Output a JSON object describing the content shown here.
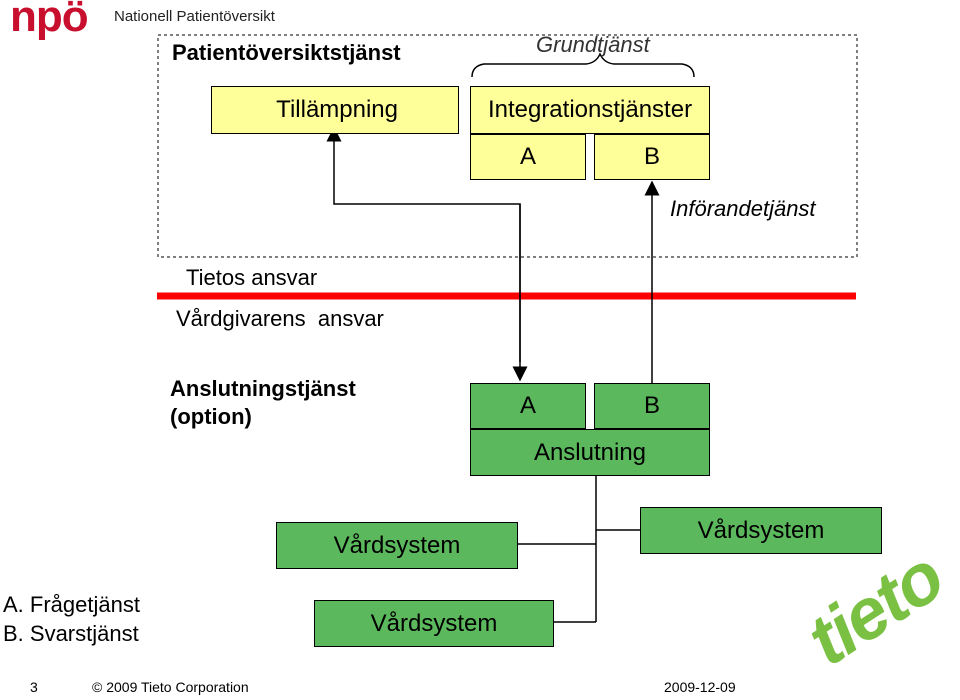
{
  "header": {
    "logo_text": "npö",
    "subtitle": "Nationell Patientöversikt"
  },
  "diagram": {
    "service_title": "Patientöversiktstjänst",
    "base_service_label": "Grundtjänst",
    "app_box": "Tillämpning",
    "integration_box": "Integrationstjänster",
    "int_a": "A",
    "int_b": "B",
    "intro_service": "Införandetjänst",
    "tieto_resp": "Tietos ansvar",
    "care_resp": "Vårdgivarens  ansvar",
    "connection_service_line1": "Anslutningstjänst",
    "connection_service_line2": "(option)",
    "conn_a": "A",
    "conn_b": "B",
    "connection_box": "Anslutning",
    "care_system_1": "Vårdsystem",
    "care_system_2": "Vårdsystem",
    "care_system_3": "Vårdsystem"
  },
  "legend": {
    "a": "A. Frågetjänst",
    "b": "B. Svarstjänst"
  },
  "footer": {
    "page": "3",
    "copyright": "© 2009 Tieto Corporation",
    "date": "2009-12-09",
    "brand": "tieto"
  },
  "colors": {
    "yellow_box": "#ffff99",
    "green_box": "#5cb85c",
    "divider_red": "#ff0000",
    "logo_red": "#c8102e",
    "brand_green": "#7ac143"
  }
}
